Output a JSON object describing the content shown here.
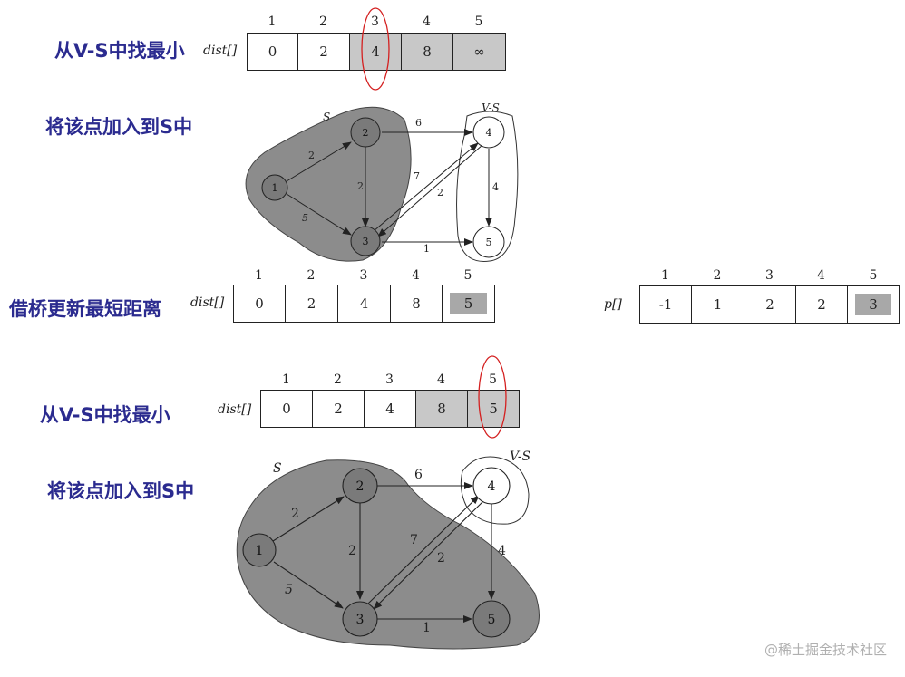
{
  "labels": {
    "step1_find": "从V-S中找最小",
    "step1_add": "将该点加入到S中",
    "relax": "借桥更新最短距离",
    "step2_find": "从V-S中找最小",
    "step2_add": "将该点加入到S中"
  },
  "arrays": {
    "dist_label": "dist[]",
    "p_label": "p[]",
    "indices": [
      "1",
      "2",
      "3",
      "4",
      "5"
    ],
    "dist_before": [
      "0",
      "2",
      "4",
      "8",
      "∞"
    ],
    "dist_after": [
      "0",
      "2",
      "4",
      "8",
      "5"
    ],
    "p_after": [
      "-1",
      "1",
      "2",
      "2",
      "3"
    ],
    "dist_final": [
      "0",
      "2",
      "4",
      "8",
      "5"
    ]
  },
  "graph": {
    "set_s": "S",
    "set_vs": "V-S",
    "nodes": [
      "1",
      "2",
      "3",
      "4",
      "5"
    ],
    "edges": [
      {
        "from": "1",
        "to": "2",
        "w": "2"
      },
      {
        "from": "1",
        "to": "3",
        "w": "5"
      },
      {
        "from": "2",
        "to": "3",
        "w": "2"
      },
      {
        "from": "2",
        "to": "4",
        "w": "6"
      },
      {
        "from": "3",
        "to": "4",
        "w": "7"
      },
      {
        "from": "4",
        "to": "3",
        "w": "2"
      },
      {
        "from": "3",
        "to": "5",
        "w": "1"
      },
      {
        "from": "4",
        "to": "5",
        "w": "4"
      }
    ]
  },
  "watermark": "@稀土掘金技术社区"
}
